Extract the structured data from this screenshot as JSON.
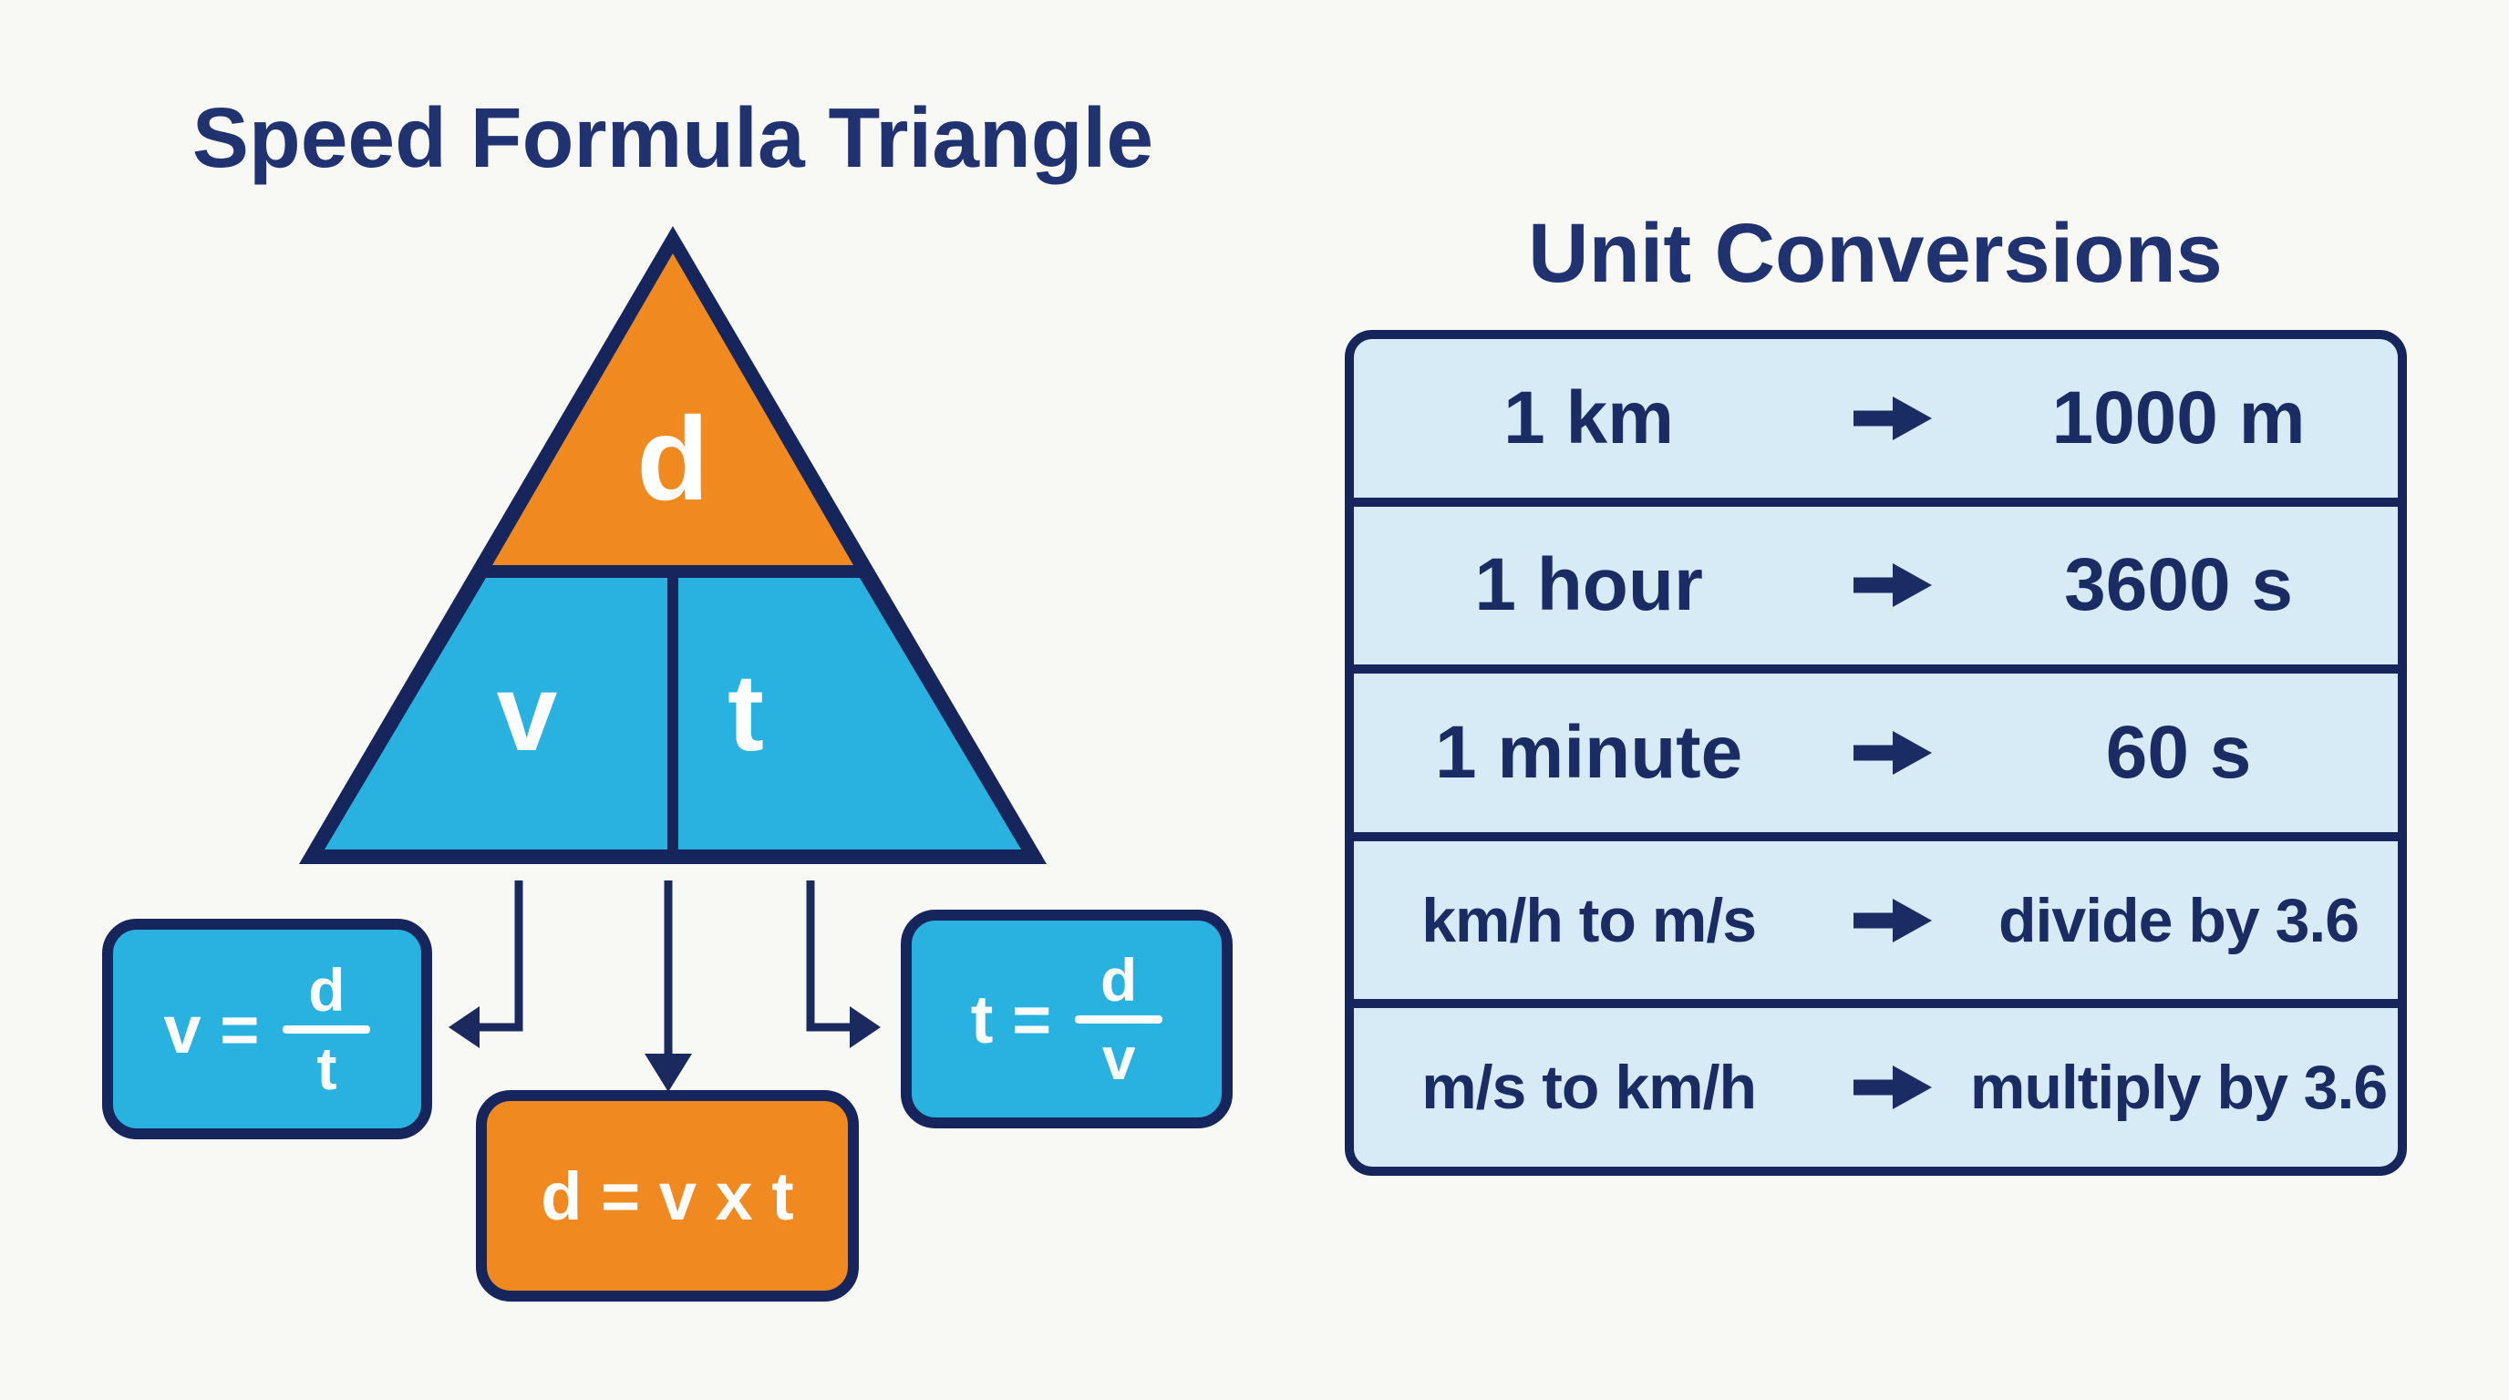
{
  "left_panel": {
    "title": "Speed Formula Triangle",
    "triangle": {
      "top_label": "d",
      "bottom_left_label": "v",
      "bottom_right_label": "t"
    },
    "formula_boxes": {
      "velocity": {
        "lhs": "v =",
        "numerator": "d",
        "denominator": "t"
      },
      "distance": {
        "text": "d = v x t"
      },
      "time": {
        "lhs": "t =",
        "numerator": "d",
        "denominator": "v"
      }
    }
  },
  "right_panel": {
    "title": "Unit Conversions",
    "rows": [
      {
        "from": "1 km",
        "to": "1000 m"
      },
      {
        "from": "1 hour",
        "to": "3600 s"
      },
      {
        "from": "1 minute",
        "to": "60 s"
      },
      {
        "from": "km/h to m/s",
        "to": "divide by 3.6"
      },
      {
        "from": "m/s to km/h",
        "to": "multiply by 3.6"
      }
    ]
  },
  "colors": {
    "navy": "#1b2b63",
    "border_navy": "#16265c",
    "orange": "#f0891f",
    "cyan": "#29b2df",
    "row_bg": "#d6ebf5",
    "background": "#f8f8f5",
    "white": "#ffffff"
  }
}
